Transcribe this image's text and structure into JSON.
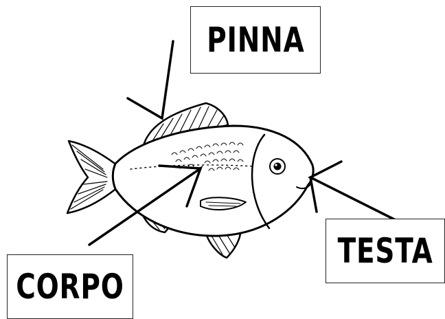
{
  "labels": {
    "pinna": "PINNA",
    "testa": "TESTA",
    "corpo": "CORPO"
  },
  "colors": {
    "ink": "#000000",
    "background": "#ffffff"
  }
}
